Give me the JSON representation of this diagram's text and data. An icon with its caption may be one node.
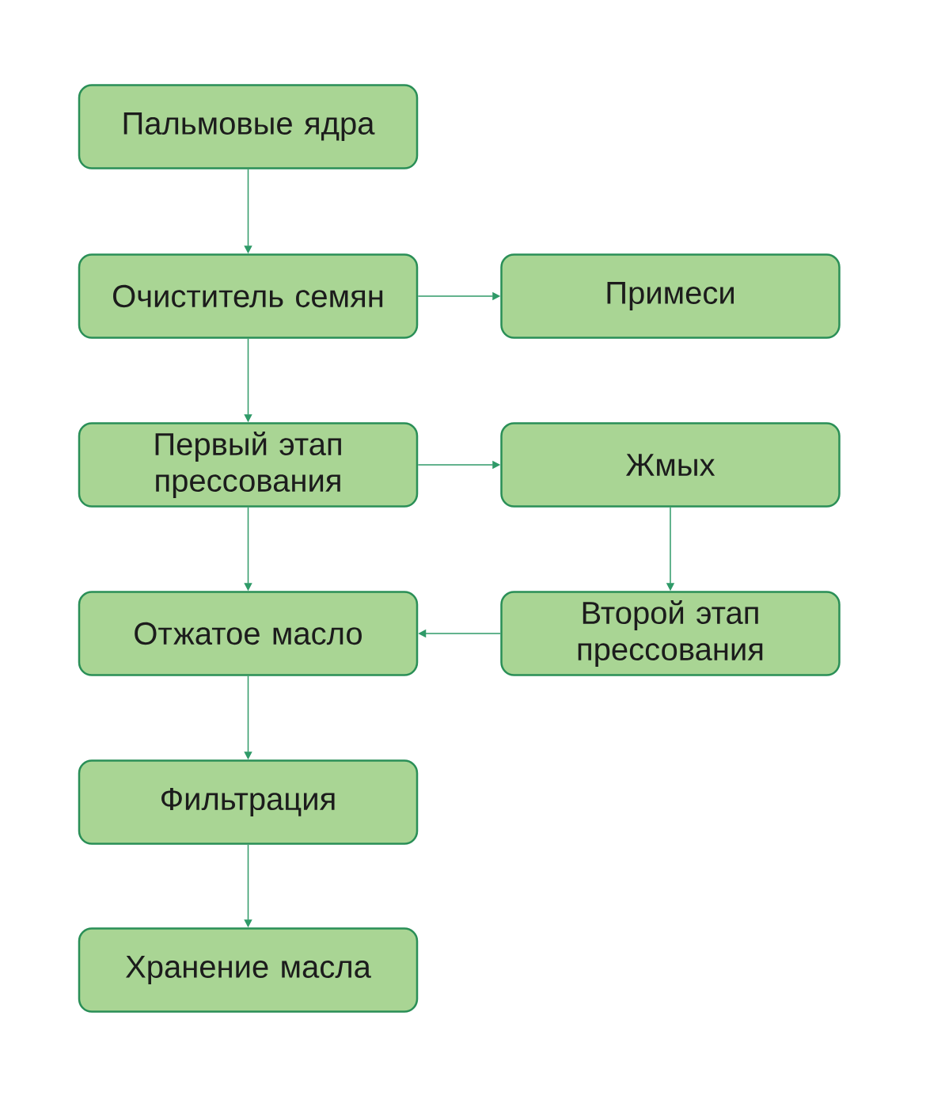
{
  "diagram": {
    "nodes": [
      {
        "text": [
          "Пальмовые ядра"
        ]
      },
      {
        "text": [
          "Очиститель семян"
        ]
      },
      {
        "text": [
          "Примеси"
        ]
      },
      {
        "text": [
          "Первый этап прессования"
        ]
      },
      {
        "text": [
          "Жмых"
        ]
      },
      {
        "text": [
          "Отжатое масло"
        ]
      },
      {
        "text": [
          "Второй этап прессования"
        ]
      },
      {
        "text": [
          "Фильтрация"
        ]
      },
      {
        "text": [
          "Хранение масла"
        ]
      }
    ],
    "edges": [
      {
        "from": 0,
        "to": 1,
        "arrow": "to"
      },
      {
        "from": 1,
        "to": 2,
        "arrow": "to"
      },
      {
        "from": 1,
        "to": 3,
        "arrow": "to"
      },
      {
        "from": 3,
        "to": 4,
        "arrow": "to"
      },
      {
        "from": 3,
        "to": 5,
        "arrow": "to"
      },
      {
        "from": 4,
        "to": 6,
        "arrow": "to"
      },
      {
        "from": 6,
        "to": 5,
        "arrow": "to"
      },
      {
        "from": 5,
        "to": 7,
        "arrow": "to"
      },
      {
        "from": 7,
        "to": 8,
        "arrow": "to"
      }
    ]
  }
}
